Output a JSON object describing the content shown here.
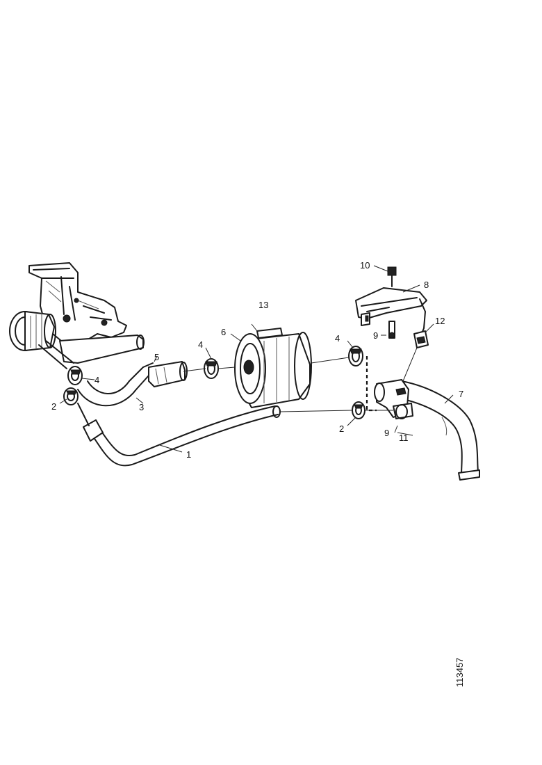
{
  "callouts": {
    "c1": "1",
    "c2a": "2",
    "c2b": "2",
    "c3": "3",
    "c4a": "4",
    "c4b": "4",
    "c4c": "4",
    "c5": "5",
    "c6": "6",
    "c7": "7",
    "c8": "8",
    "c9a": "9",
    "c9b": "9",
    "c10": "10",
    "c11": "11",
    "c12": "12",
    "c13": "13"
  },
  "reference_number": "113457"
}
